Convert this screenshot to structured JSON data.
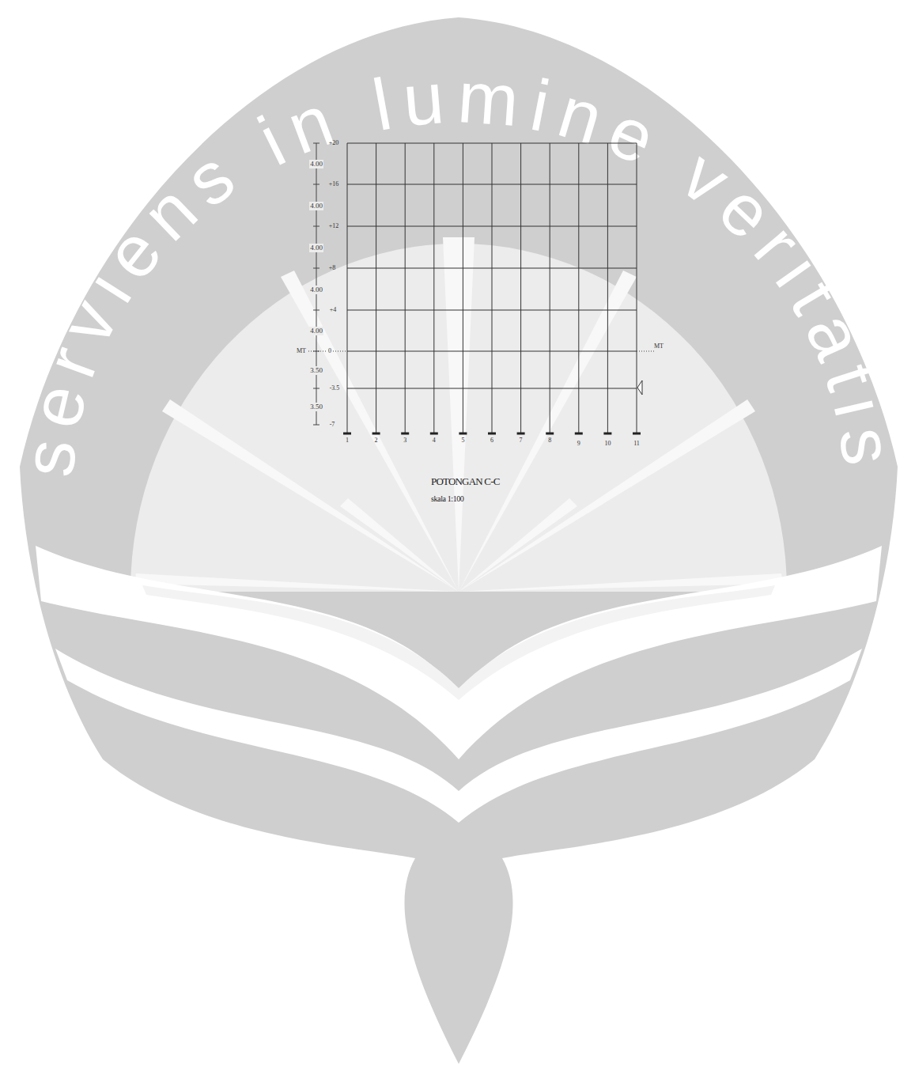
{
  "diagram": {
    "title": "POTONGAN C-C",
    "caption": "skala 1:100",
    "labels": [
      "+20",
      "+16",
      "+12",
      "+8",
      "+4",
      "0",
      "-3.5",
      "-7",
      "4.00",
      "4.00",
      "4.00",
      "4.00",
      "4.00",
      "3.50",
      "3.50",
      "MT",
      "MT",
      "1",
      "2",
      "3",
      "4",
      "5",
      "6",
      "7",
      "8",
      "9",
      "10",
      "11",
      "serviens in lumine veritatis"
    ]
  }
}
